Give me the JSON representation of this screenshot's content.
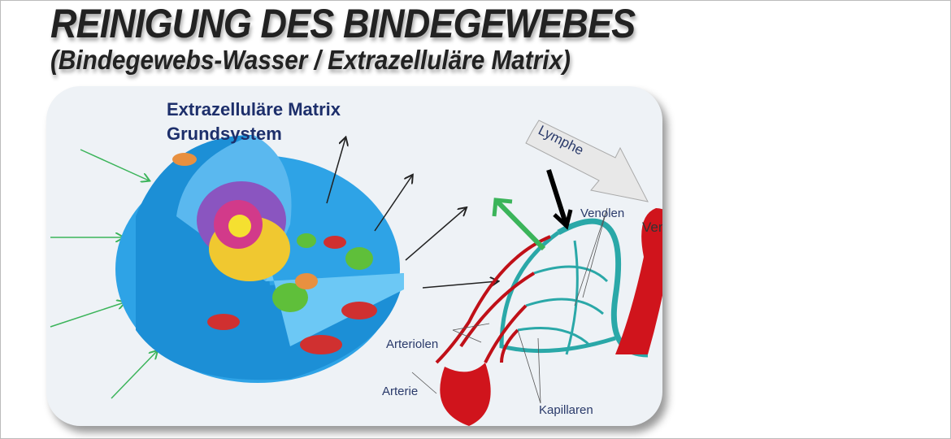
{
  "header": {
    "title": "REINIGUNG DES BINDEGEWEBES",
    "subtitle": "(Bindegewebs-Wasser / Extrazelluläre Matrix)"
  },
  "diagram": {
    "heading_line1": "Extrazelluläre Matrix",
    "heading_line2": "Grundsystem",
    "labels": {
      "lymphe": "Lymphe",
      "venolen": "Venolen",
      "vene": "Vene",
      "arteriolen": "Arteriolen",
      "arterie": "Arterie",
      "kapillaren": "Kapillaren"
    },
    "colors": {
      "cell": "#2ea3e6",
      "capillary": "#2aa8a8",
      "artery": "#d0141c",
      "in_arrow": "#3bb45a",
      "out_arrow": "#000000"
    }
  }
}
